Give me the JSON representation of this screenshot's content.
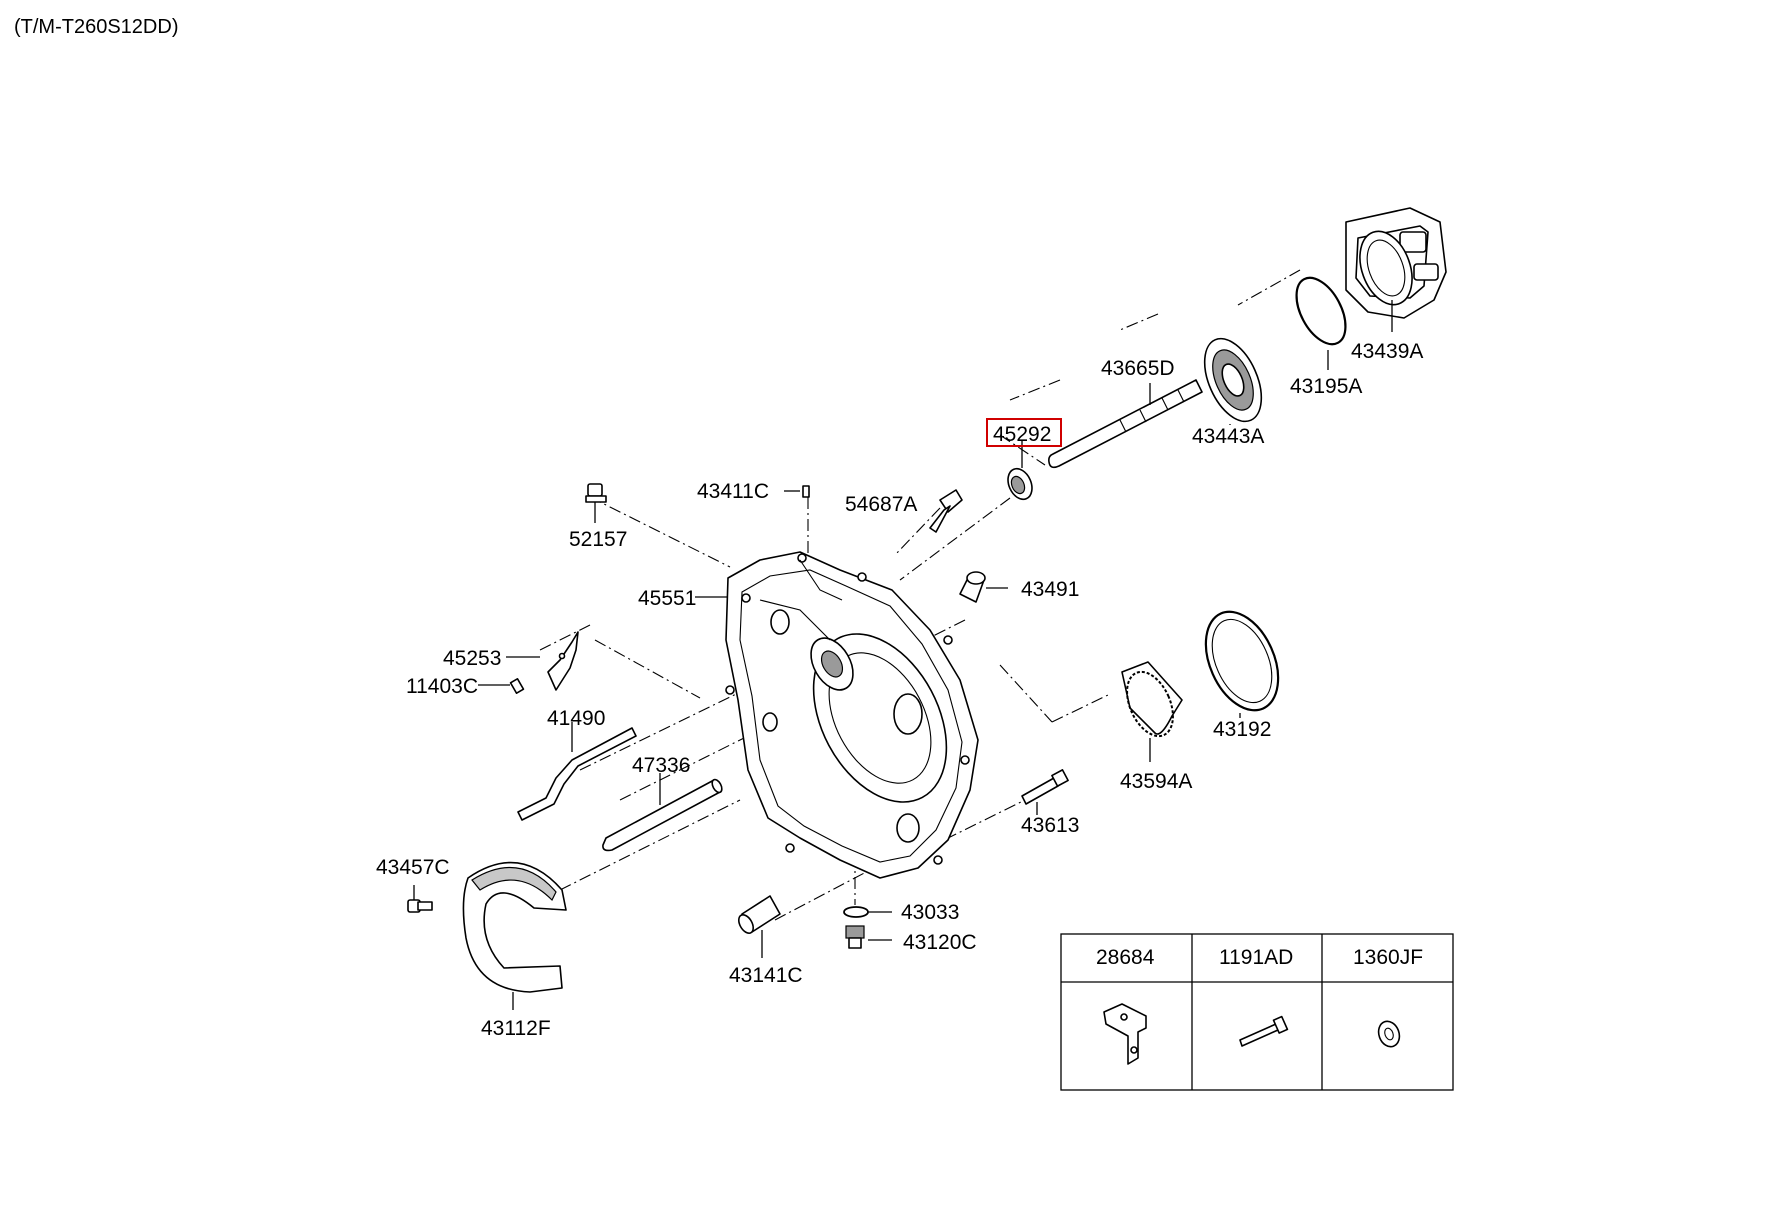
{
  "model_code": "(T/M-T260S12DD)",
  "highlight_color": "#d00000",
  "parts": {
    "p43439A": "43439A",
    "p43195A": "43195A",
    "p43665D": "43665D",
    "p43443A": "43443A",
    "p45292": "45292",
    "p43411C": "43411C",
    "p54687A": "54687A",
    "p52157": "52157",
    "p43491": "43491",
    "p45551": "45551",
    "p45253": "45253",
    "p11403C": "11403C",
    "p43192": "43192",
    "p41490": "41490",
    "p43594A": "43594A",
    "p47336": "47336",
    "p43613": "43613",
    "p43457C": "43457C",
    "p43033": "43033",
    "p43120C": "43120C",
    "p43141C": "43141C",
    "p43112F": "43112F"
  },
  "highlighted_part": "45292",
  "common_parts_table": {
    "headers": [
      "28684",
      "1191AD",
      "1360JF"
    ],
    "icons": [
      "bracket-icon",
      "bolt-icon",
      "washer-icon"
    ]
  }
}
